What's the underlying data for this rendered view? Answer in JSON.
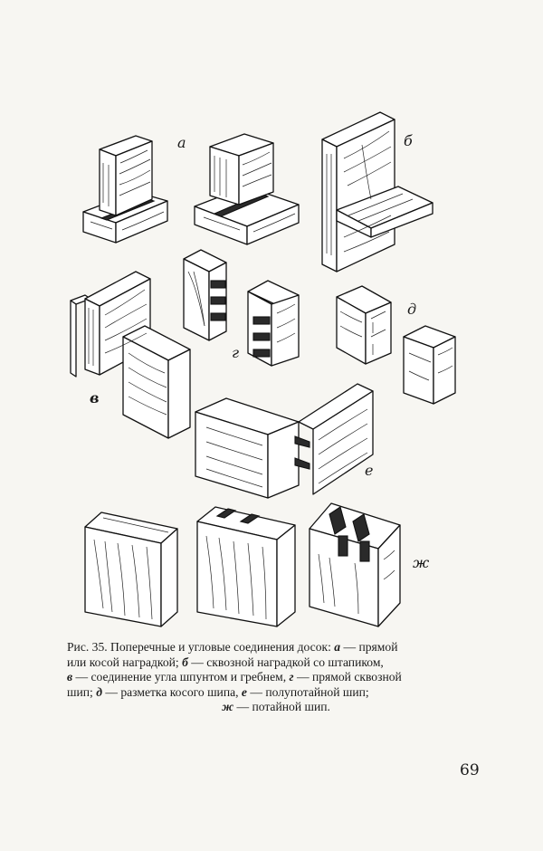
{
  "figure": {
    "labels": {
      "a": "а",
      "b": "б",
      "v": "в",
      "g": "г",
      "d": "д",
      "e": "е",
      "zh": "ж"
    }
  },
  "caption": {
    "line1_prefix": "Рис. 35. Поперечные и угловые соединения досок: ",
    "a_letter": "а",
    "line1_rest": " — прямой",
    "line2_pre": "или косой наградкой; ",
    "b_letter": "б",
    "line2_post": " — сквозной наградкой со штапиком,",
    "v_letter": "в",
    "line3_mid": " — соединение угла шпунтом и гребнем, ",
    "g_letter": "г",
    "line3_post": " — прямой сквозной",
    "line4_pre": "шип; ",
    "d_letter": "д",
    "line4_mid": " — разметка косого шипа, ",
    "e_letter": "е",
    "line4_post": " — полупотайной шип;",
    "zh_letter": "ж",
    "line5_post": " — потайной шип."
  },
  "page_number": "69"
}
